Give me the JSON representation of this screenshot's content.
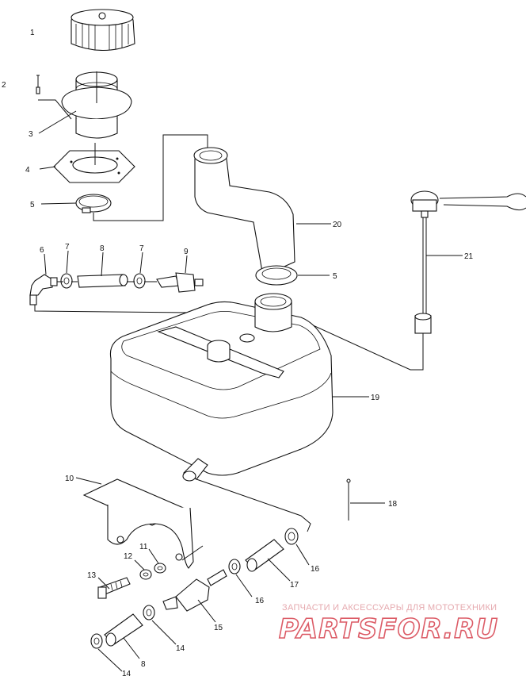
{
  "callouts": [
    {
      "id": "c1",
      "text": "1"
    },
    {
      "id": "c2",
      "text": "2"
    },
    {
      "id": "c3",
      "text": "3"
    },
    {
      "id": "c4",
      "text": "4"
    },
    {
      "id": "c5a",
      "text": "5"
    },
    {
      "id": "c6",
      "text": "6"
    },
    {
      "id": "c7a",
      "text": "7"
    },
    {
      "id": "c8a",
      "text": "8"
    },
    {
      "id": "c7b",
      "text": "7"
    },
    {
      "id": "c9",
      "text": "9"
    },
    {
      "id": "c20",
      "text": "20"
    },
    {
      "id": "c5b",
      "text": "5"
    },
    {
      "id": "c21",
      "text": "21"
    },
    {
      "id": "c19",
      "text": "19"
    },
    {
      "id": "c10",
      "text": "10"
    },
    {
      "id": "c18",
      "text": "18"
    },
    {
      "id": "c11",
      "text": "11"
    },
    {
      "id": "c12",
      "text": "12"
    },
    {
      "id": "c13",
      "text": "13"
    },
    {
      "id": "c16a",
      "text": "16"
    },
    {
      "id": "c17",
      "text": "17"
    },
    {
      "id": "c16b",
      "text": "16"
    },
    {
      "id": "c15",
      "text": "15"
    },
    {
      "id": "c14a",
      "text": "14"
    },
    {
      "id": "c8b",
      "text": "8"
    },
    {
      "id": "c14b",
      "text": "14"
    }
  ],
  "watermark": {
    "tagline": "ЗАПЧАСТИ И АКСЕССУАРЫ ДЛЯ МОТОТЕХНИКИ",
    "logo": "PARTSFOR.RU",
    "color": "#d94b57"
  }
}
